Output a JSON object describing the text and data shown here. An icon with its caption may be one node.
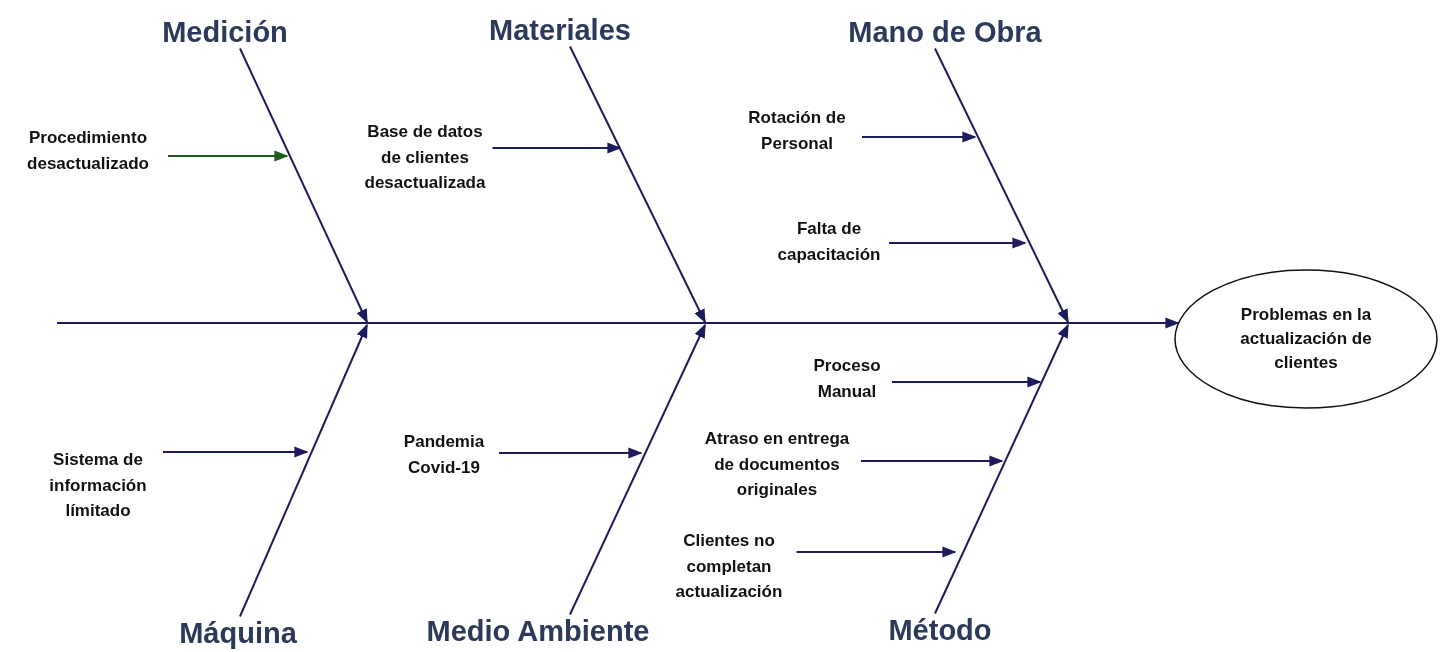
{
  "diagram": {
    "nodes": [
      {
        "text": [
          "Medición"
        ]
      },
      {
        "text": [
          "Materiales"
        ]
      },
      {
        "text": [
          "Mano de Obra"
        ]
      },
      {
        "text": [
          "Procedimiento desactualizado"
        ]
      },
      {
        "text": [
          "Base de datos de clientes desactualizada"
        ]
      },
      {
        "text": [
          "Rotación de Personal"
        ]
      },
      {
        "text": [
          "Falta de capacitación"
        ]
      },
      {
        "text": [
          "Problemas en la actualización de clientes"
        ]
      },
      {
        "text": [
          "Sistema de información límitado"
        ]
      },
      {
        "text": [
          "Pandemia Covid-19"
        ]
      },
      {
        "text": [
          "Proceso Manual"
        ]
      },
      {
        "text": [
          "Atraso en entrega de documentos originales"
        ]
      },
      {
        "text": [
          "Clientes no completan actualización"
        ]
      },
      {
        "text": [
          "Máquina"
        ]
      },
      {
        "text": [
          "Medio Ambiente"
        ]
      },
      {
        "text": [
          "Método"
        ]
      }
    ],
    "edges": [
      {
        "from": null,
        "to": 7,
        "arrow": "to"
      },
      {
        "from": 0,
        "to": null,
        "arrow": "to"
      },
      {
        "from": 1,
        "to": null,
        "arrow": "to"
      },
      {
        "from": 2,
        "to": null,
        "arrow": "to"
      },
      {
        "from": 13,
        "to": null,
        "arrow": "to"
      },
      {
        "from": 14,
        "to": null,
        "arrow": "to"
      },
      {
        "from": 15,
        "to": null,
        "arrow": "to"
      },
      {
        "from": 3,
        "to": null,
        "arrow": "to",
        "color": "#1e5a1e"
      },
      {
        "from": 4,
        "to": null,
        "arrow": "to"
      },
      {
        "from": 5,
        "to": null,
        "arrow": "to"
      },
      {
        "from": 6,
        "to": null,
        "arrow": "to"
      },
      {
        "from": 8,
        "to": null,
        "arrow": "to"
      },
      {
        "from": 9,
        "to": null,
        "arrow": "to"
      },
      {
        "from": 10,
        "to": null,
        "arrow": "to"
      },
      {
        "from": 11,
        "to": null,
        "arrow": "to"
      },
      {
        "from": 12,
        "to": null,
        "arrow": "to"
      }
    ]
  }
}
